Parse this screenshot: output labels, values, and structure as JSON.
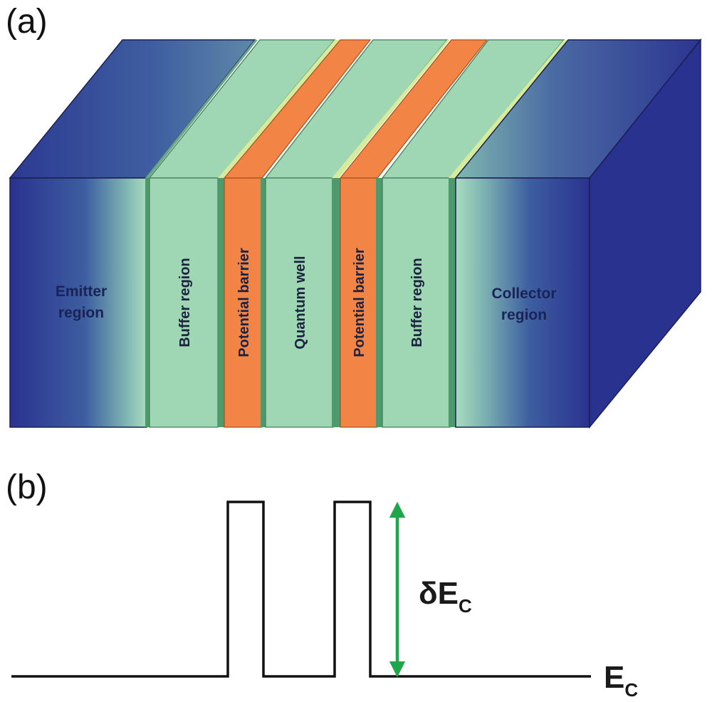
{
  "panel_a": {
    "label": "(a)",
    "emitter": {
      "line1": "Emitter",
      "line2": "region"
    },
    "collector": {
      "line1": "Collector",
      "line2": "region"
    },
    "layers": [
      {
        "name": "buffer-region-left",
        "label": "Buffer region"
      },
      {
        "name": "potential-barrier-left",
        "label": "Potential barrier"
      },
      {
        "name": "quantum-well",
        "label": "Quantum well"
      },
      {
        "name": "potential-barrier-right",
        "label": "Potential barrier"
      },
      {
        "name": "buffer-region-right",
        "label": "Buffer region"
      }
    ]
  },
  "panel_b": {
    "label": "(b)",
    "barrier_height_main": "δE",
    "barrier_height_sub": "C",
    "conduction_band_main": "E",
    "conduction_band_sub": "C"
  },
  "colors": {
    "emitter_collector_dark": "#2a3290",
    "buffer_fill": "#9fd6b3",
    "barrier_fill": "#f28446",
    "edge_green": "#4f9a6d",
    "top_highlight": "#d7eb9c",
    "arrow_green": "#1fa64a",
    "band_line": "#111111"
  }
}
